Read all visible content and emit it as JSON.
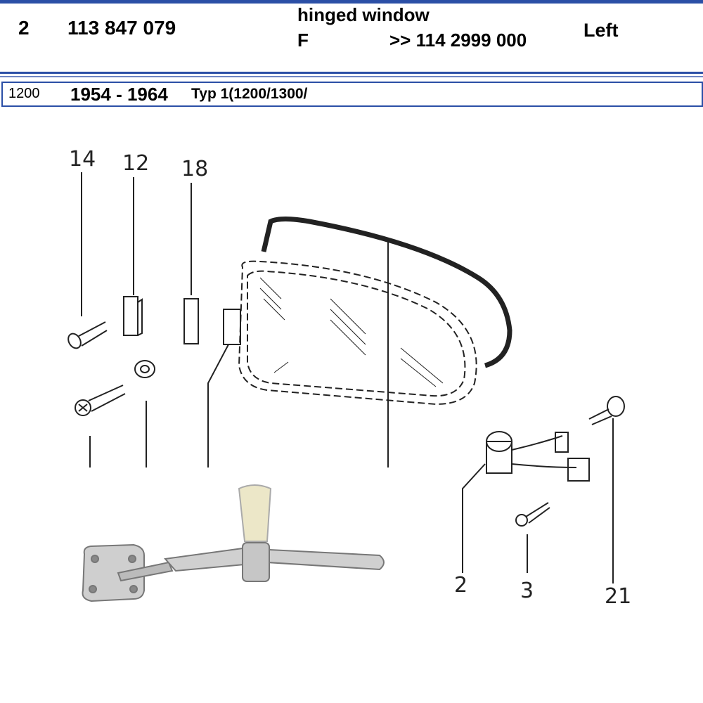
{
  "header": {
    "position": "2",
    "part_number": "113 847 079",
    "description": "hinged window",
    "variant": "F",
    "chassis_from": ">> 114 2999 000",
    "side": "Left"
  },
  "model_bar": {
    "engine": "1200",
    "years": "1954 - 1964",
    "type": "Typ 1(1200/1300/"
  },
  "diagram": {
    "callouts": [
      "14",
      "12",
      "18",
      "2",
      "3",
      "21"
    ]
  },
  "colors": {
    "accent": "#2b4fa6"
  }
}
